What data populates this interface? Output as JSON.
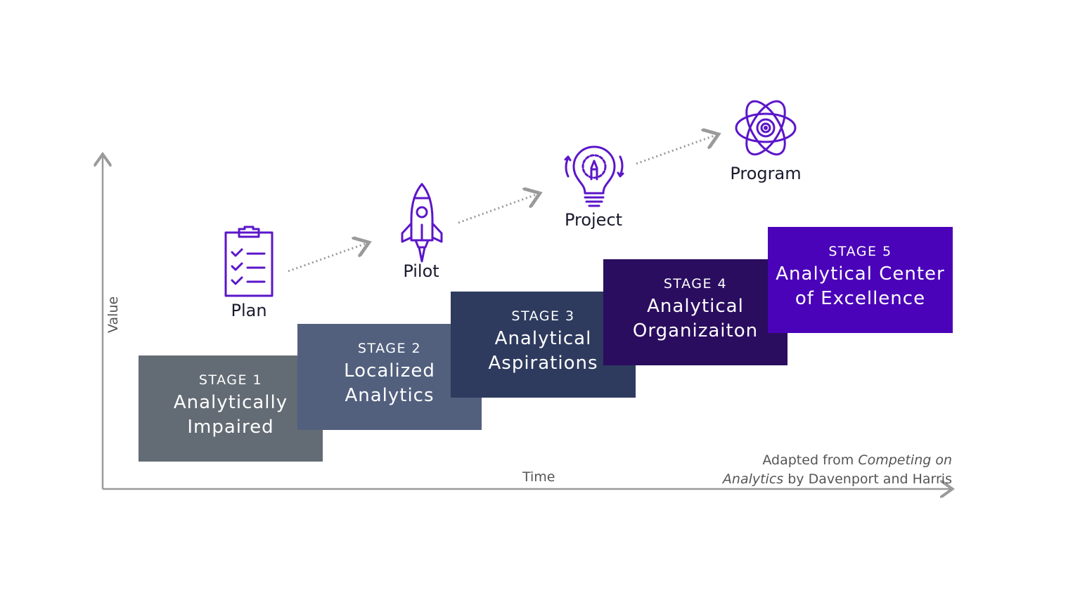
{
  "stages": [
    {
      "num": "STAGE 1",
      "title_lines": [
        "Analytically",
        "Impaired"
      ],
      "color": "#636b74"
    },
    {
      "num": "STAGE 2",
      "title_lines": [
        "Localized",
        "Analytics"
      ],
      "color": "#52607e"
    },
    {
      "num": "STAGE 3",
      "title_lines": [
        "Analytical",
        "Aspirations"
      ],
      "color": "#2e3b5e"
    },
    {
      "num": "STAGE 4",
      "title_lines": [
        "Analytical",
        "Organizaiton"
      ],
      "color": "#2a0d5f"
    },
    {
      "num": "STAGE 5",
      "title_lines": [
        "Analytical Center",
        "of Excellence"
      ],
      "color": "#4a03b8"
    }
  ],
  "milestones": {
    "plan": {
      "label": "Plan",
      "icon": "clipboard-checklist-icon"
    },
    "pilot": {
      "label": "Pilot",
      "icon": "rocket-icon"
    },
    "project": {
      "label": "Project",
      "icon": "lightbulb-gear-icon"
    },
    "program": {
      "label": "Program",
      "icon": "atom-icon"
    }
  },
  "axes": {
    "x_label": "Time",
    "y_label": "Value"
  },
  "attribution": {
    "prefix": "Adapted from ",
    "book_title_line1": "Competing on",
    "book_title_line2": "Analytics",
    "suffix": " by Davenport and Harris"
  },
  "colors": {
    "icon_purple": "#5b16c9",
    "axis_gray": "#9a9a9a",
    "arrow_dots": "#9a9a9a"
  }
}
